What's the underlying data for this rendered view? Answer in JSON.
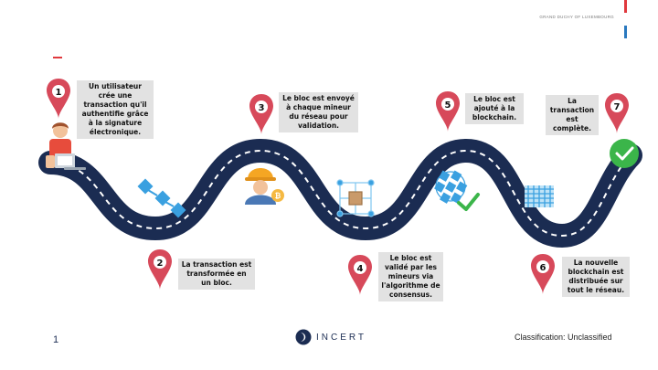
{
  "header": {
    "country": "GRAND DUCHY OF LUXEMBOURG"
  },
  "steps": [
    {
      "num": "1",
      "text": "Un utilisateur crée une transaction qu'il authentifie grâce à la signature électronique."
    },
    {
      "num": "2",
      "text": "La transaction est transformée en un bloc."
    },
    {
      "num": "3",
      "text": "Le bloc est envoyé à chaque mineur du réseau pour validation."
    },
    {
      "num": "4",
      "text": "Le bloc est validé par les mineurs via l'algorithme de consensus."
    },
    {
      "num": "5",
      "text": "Le bloc est ajouté à la blockchain."
    },
    {
      "num": "6",
      "text": "La nouvelle blockchain est distribuée sur tout le réseau."
    },
    {
      "num": "7",
      "text": "La transaction est complète."
    }
  ],
  "footer": {
    "page_number": "1",
    "logo_text": "INCERT",
    "classification": "Classification: Unclassified"
  },
  "colors": {
    "road": "#1b2c52",
    "pin": "#d7495a",
    "label_bg": "#e2e2e2",
    "accent_red": "#e0393e",
    "accent_blue": "#2a79bf",
    "check": "#3bb54a",
    "block": "#3aa0e0"
  }
}
